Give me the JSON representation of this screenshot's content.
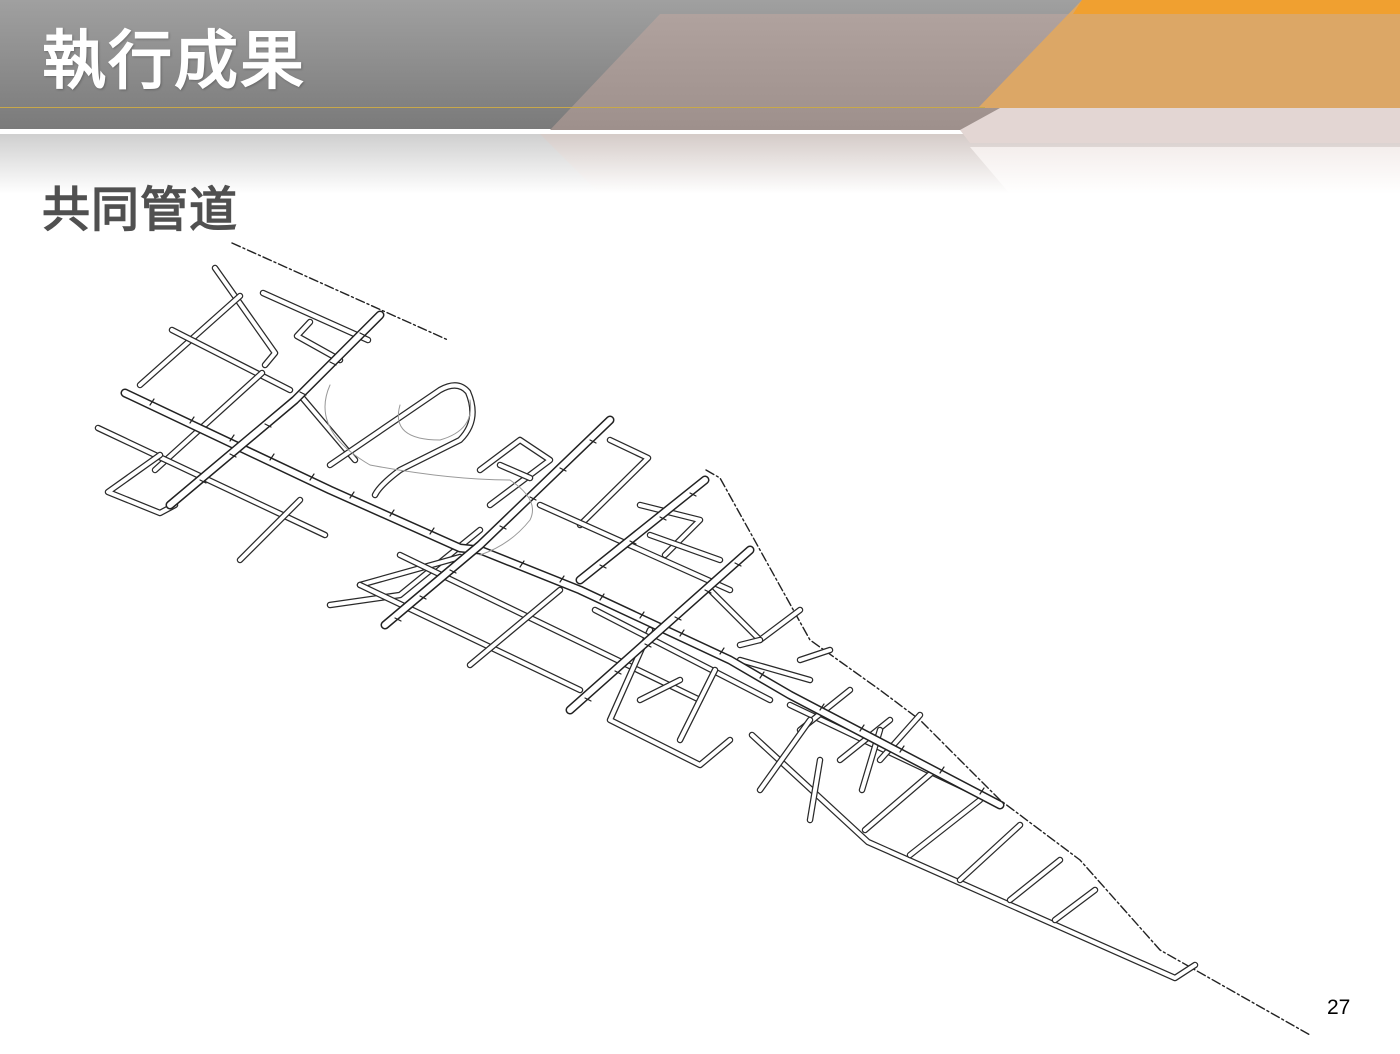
{
  "slide": {
    "title": "執行成果",
    "subtitle": "共同管道",
    "page_number": "27"
  },
  "theme": {
    "header_gray_top": "#9c9c9c",
    "header_gray_bottom": "#7e7e7e",
    "mauve_panel": "#a89a96",
    "orange_panel": "#dca766",
    "orange_accent": "#f0a030",
    "pale_pink_band": "#e3d6d3",
    "thin_gold_line": "#c8a84a",
    "subtitle_color": "#505050"
  },
  "figure": {
    "description": "Utility tunnel network plan drawing (line drawing)",
    "legend": []
  }
}
